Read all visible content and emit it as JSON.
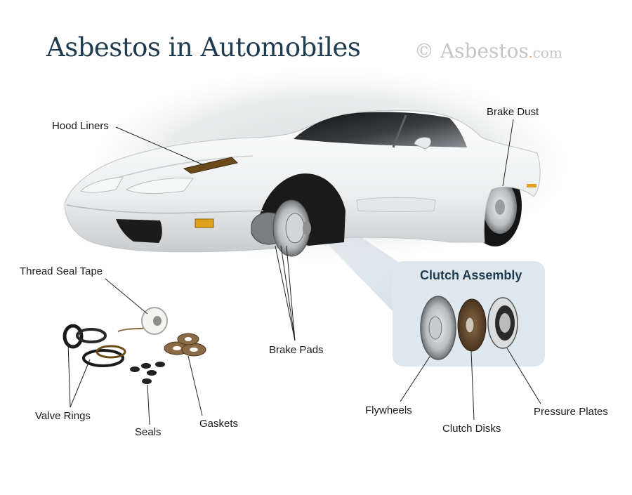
{
  "header": {
    "title": "Asbestos in Automobiles",
    "brand_copyright": "©",
    "brand_name": "Asbestos",
    "brand_tld": "com",
    "brand_dot": "."
  },
  "labels": {
    "hood_liners": "Hood Liners",
    "brake_dust": "Brake Dust",
    "thread_seal_tape": "Thread Seal Tape",
    "brake_pads": "Brake Pads",
    "valve_rings": "Valve Rings",
    "seals": "Seals",
    "gaskets": "Gaskets"
  },
  "clutch_assembly": {
    "title": "Clutch Assembly",
    "flywheels": "Flywheels",
    "clutch_disks": "Clutch Disks",
    "pressure_plates": "Pressure Plates"
  },
  "colors": {
    "title": "#1f3b4d",
    "callout_panel": "#dfe8ee",
    "hood_liner": "#6b4a18",
    "gasket": "#8a6a44",
    "turn_signal": "#e0a21c"
  }
}
